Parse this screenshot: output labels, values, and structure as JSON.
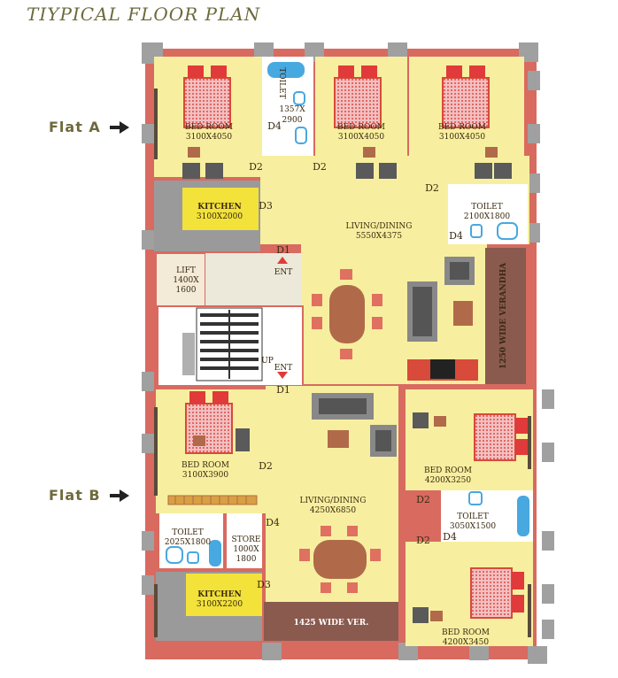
{
  "title": "TIYPICAL FLOOR PLAN",
  "flats": {
    "a": "Flat A",
    "b": "Flat B"
  },
  "colors": {
    "wall": "#d86a60",
    "floor": "#f7ef9f",
    "kitchen": "#f2e23a",
    "grey": "#9a9a9a",
    "verandah": "#8a5a4e",
    "toilet_blue": "#48a8e0",
    "furniture": "#d84a3a"
  },
  "rooms": {
    "a_bed1_name": "BED ROOM",
    "a_bed1_size": "3100X4050",
    "a_bed2_name": "BED ROOM",
    "a_bed2_size": "3100X4050",
    "a_bed3_name": "BED ROOM",
    "a_bed3_size": "3100X4050",
    "a_toilet1_name": "TOILET",
    "a_toilet1_size1": "1357X",
    "a_toilet1_size2": "2900",
    "a_toilet2_name": "TOILET",
    "a_toilet2_size": "2100X1800",
    "a_kitchen_name": "KITCHEN",
    "a_kitchen_size": "3100X2000",
    "a_living_name": "LIVING/DINING",
    "a_living_size": "5550X4375",
    "lift_name": "LIFT",
    "lift_size1": "1400X",
    "lift_size2": "1600",
    "verandha": "1250 WIDE VERANDHA",
    "b_bed1_name": "BED ROOM",
    "b_bed1_size": "3100X3900",
    "b_bed2_name": "BED ROOM",
    "b_bed2_size": "4200X3250",
    "b_bed3_name": "BED ROOM",
    "b_bed3_size": "4200X3450",
    "b_toilet1_name": "TOILET",
    "b_toilet1_size": "2025X1800",
    "b_toilet2_name": "TOILET",
    "b_toilet2_size": "3050X1500",
    "b_store_name": "STORE",
    "b_store_size1": "1000X",
    "b_store_size2": "1800",
    "b_kitchen_name": "KITCHEN",
    "b_kitchen_size": "3100X2200",
    "b_living_name": "LIVING/DINING",
    "b_living_size": "4250X6850",
    "b_verandah": "1425 WIDE VER."
  },
  "doors": {
    "d1": "D1",
    "d2": "D2",
    "d3": "D3",
    "d4": "D4"
  },
  "labels": {
    "ent": "ENT",
    "up": "UP"
  }
}
